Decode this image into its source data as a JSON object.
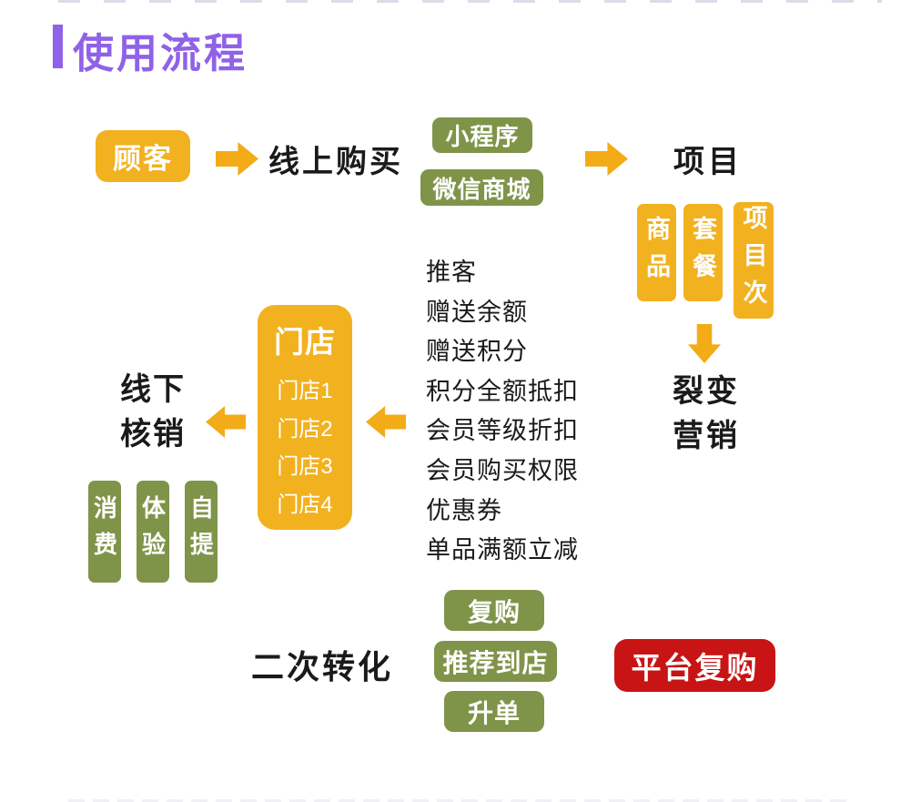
{
  "colors": {
    "accent_purple": "#8F62E8",
    "node_yellow": "#F2B11E",
    "arrow_yellow": "#F3AB17",
    "node_green": "#7F9449",
    "node_red": "#C81414",
    "text_black": "#1A1A1A",
    "text_white": "#FFFFFF"
  },
  "title": "使用流程",
  "flow": {
    "customer": "顾客",
    "online_purchase": "线上购买",
    "channels": [
      "小程序",
      "微信商城"
    ],
    "project": "项目",
    "project_types": [
      "商品",
      "套餐",
      "项目次"
    ],
    "fission": [
      "裂变",
      "营销"
    ],
    "benefits": [
      "推客",
      "赠送余额",
      "赠送积分",
      "积分全额抵扣",
      "会员等级折扣",
      "会员购买权限",
      "优惠券",
      "单品满额立减"
    ],
    "store": {
      "title": "门店",
      "items": [
        "门店1",
        "门店2",
        "门店3",
        "门店4"
      ]
    },
    "offline": [
      "线下",
      "核销"
    ],
    "offline_actions": [
      "消费",
      "体验",
      "自提"
    ],
    "secondary_conversion": "二次转化",
    "conversion_actions": [
      "复购",
      "推荐到店",
      "升单"
    ],
    "platform_repurchase": "平台复购"
  }
}
